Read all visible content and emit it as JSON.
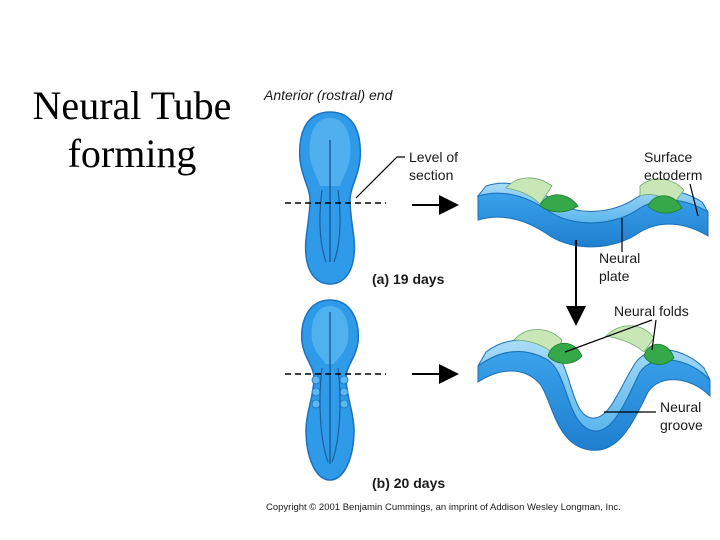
{
  "slide": {
    "title_line1": "Neural Tube",
    "title_line2": "forming"
  },
  "figure": {
    "anterior_label": "Anterior (rostral) end",
    "level_label_line1": "Level of",
    "level_label_line2": "section",
    "surface_label_line1": "Surface",
    "surface_label_line2": "ectoderm",
    "plate_label_line1": "Neural",
    "plate_label_line2": "plate",
    "caption_a": "(a) 19 days",
    "folds_label": "Neural folds",
    "groove_label_line1": "Neural",
    "groove_label_line2": "groove",
    "caption_b": "(b) 20 days",
    "copyright": "Copyright © 2001 Benjamin Cummings, an imprint of Addison Wesley Longman, Inc."
  },
  "colors": {
    "embryo_blue": "#2f9be8",
    "embryo_dark": "#1b72c0",
    "ectoderm_light": "#7cc8f2",
    "neural_green": "#35a84a",
    "fold_lightgreen": "#c9e7b6"
  }
}
